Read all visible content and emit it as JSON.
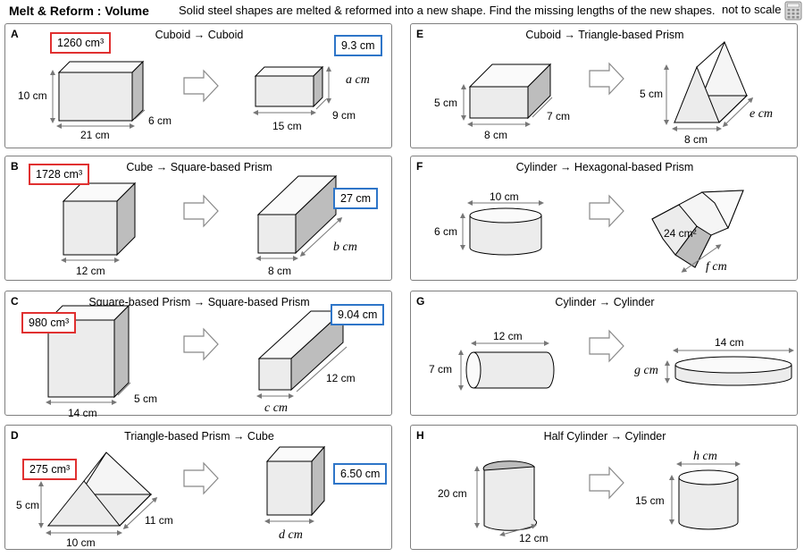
{
  "header": {
    "title": "Melt & Reform : Volume",
    "instructions": "Solid steel shapes are melted & reformed into a new shape. Find the missing lengths of the new shapes.",
    "not_to_scale": "not to scale"
  },
  "questions": {
    "A": {
      "letter": "A",
      "title": "Cuboid → Cuboid",
      "volume": "1260 cm³",
      "answer": "9.3 cm",
      "l1": "10 cm",
      "l2": "21 cm",
      "l3": "6 cm",
      "l4": "a cm",
      "l5": "15 cm",
      "l6": "9 cm"
    },
    "B": {
      "letter": "B",
      "title": "Cube → Square-based Prism",
      "volume": "1728 cm³",
      "answer": "27 cm",
      "l1": "12 cm",
      "l2": "8 cm",
      "l3": "b cm"
    },
    "C": {
      "letter": "C",
      "title": "Square-based Prism → Square-based Prism",
      "volume": "980 cm³",
      "answer": "9.04 cm",
      "l1": "14 cm",
      "l2": "5 cm",
      "l3": "c cm",
      "l4": "12 cm"
    },
    "D": {
      "letter": "D",
      "title": "Triangle-based Prism → Cube",
      "volume": "275 cm³",
      "answer": "6.50 cm",
      "l1": "5 cm",
      "l2": "10 cm",
      "l3": "11 cm",
      "l4": "d cm"
    },
    "E": {
      "letter": "E",
      "title": "Cuboid → Triangle-based Prism",
      "l1": "5 cm",
      "l2": "8 cm",
      "l3": "7 cm",
      "l4": "5 cm",
      "l5": "8 cm",
      "l6": "e cm"
    },
    "F": {
      "letter": "F",
      "title": "Cylinder → Hexagonal-based Prism",
      "l1": "10 cm",
      "l2": "6 cm",
      "l3": "24 cm²",
      "l4": "f cm"
    },
    "G": {
      "letter": "G",
      "title": "Cylinder → Cylinder",
      "l1": "12 cm",
      "l2": "7 cm",
      "l3": "14 cm",
      "l4": "g cm"
    },
    "H": {
      "letter": "H",
      "title": "Half Cylinder → Cylinder",
      "l1": "20 cm",
      "l2": "12 cm",
      "l3": "h cm",
      "l4": "15 cm"
    }
  },
  "colors": {
    "volume_box": "#e03030",
    "answer_box": "#2e75c8",
    "panel_border": "#7f7f7f"
  }
}
